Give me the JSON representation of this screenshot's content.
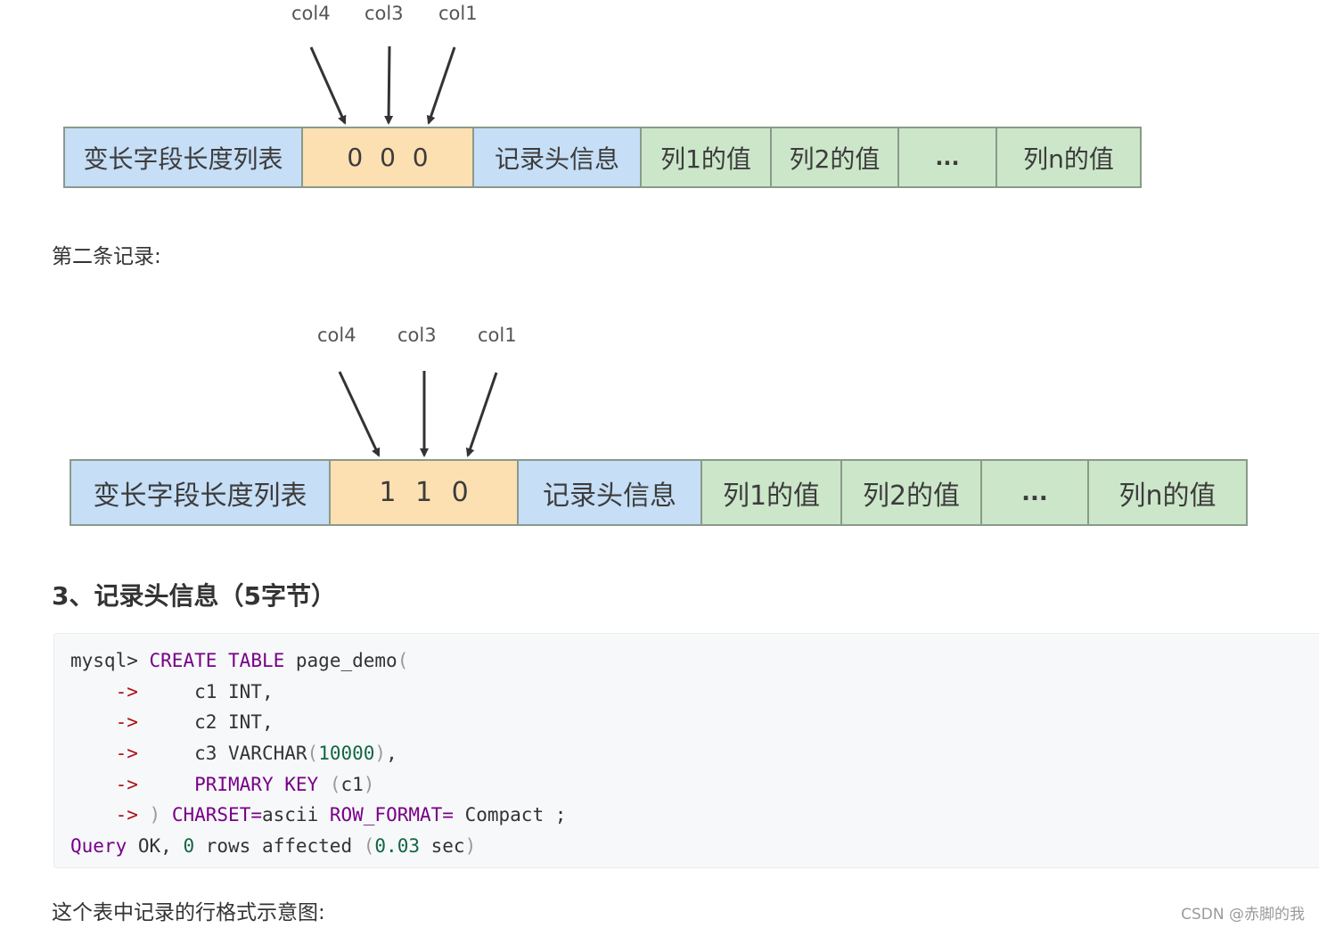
{
  "diagram1": {
    "col_labels": [
      "col4",
      "col3",
      "col1"
    ],
    "cells": [
      "变长字段长度列表",
      "0 0 0",
      "记录头信息",
      "列1的值",
      "列2的值",
      "...",
      "列n的值"
    ]
  },
  "caption_second": "第二条记录:",
  "diagram2": {
    "col_labels": [
      "col4",
      "col3",
      "col1"
    ],
    "cells": [
      "变长字段长度列表",
      "1 1 0",
      "记录头信息",
      "列1的值",
      "列2的值",
      "...",
      "列n的值"
    ]
  },
  "section_heading": "3、记录头信息（5字节）",
  "code_block": {
    "lines": [
      [
        {
          "t": "mysql> ",
          "c": "plain"
        },
        {
          "t": "CREATE",
          "c": "kw"
        },
        {
          "t": " ",
          "c": "plain"
        },
        {
          "t": "TABLE",
          "c": "kw"
        },
        {
          "t": " page_demo",
          "c": "plain"
        },
        {
          "t": "(",
          "c": "br"
        }
      ],
      [
        {
          "t": "    ",
          "c": "plain"
        },
        {
          "t": "->",
          "c": "ar"
        },
        {
          "t": "     c1 INT,",
          "c": "plain"
        }
      ],
      [
        {
          "t": "    ",
          "c": "plain"
        },
        {
          "t": "->",
          "c": "ar"
        },
        {
          "t": "     c2 INT,",
          "c": "plain"
        }
      ],
      [
        {
          "t": "    ",
          "c": "plain"
        },
        {
          "t": "->",
          "c": "ar"
        },
        {
          "t": "     c3 VARCHAR",
          "c": "plain"
        },
        {
          "t": "(",
          "c": "br"
        },
        {
          "t": "10000",
          "c": "num"
        },
        {
          "t": ")",
          "c": "br"
        },
        {
          "t": ",",
          "c": "plain"
        }
      ],
      [
        {
          "t": "    ",
          "c": "plain"
        },
        {
          "t": "->",
          "c": "ar"
        },
        {
          "t": "     ",
          "c": "plain"
        },
        {
          "t": "PRIMARY KEY",
          "c": "kw"
        },
        {
          "t": " ",
          "c": "plain"
        },
        {
          "t": "(",
          "c": "br"
        },
        {
          "t": "c1",
          "c": "plain"
        },
        {
          "t": ")",
          "c": "br"
        }
      ],
      [
        {
          "t": "    ",
          "c": "plain"
        },
        {
          "t": "->",
          "c": "ar"
        },
        {
          "t": " ",
          "c": "plain"
        },
        {
          "t": ")",
          "c": "br"
        },
        {
          "t": " ",
          "c": "plain"
        },
        {
          "t": "CHARSET=",
          "c": "kw"
        },
        {
          "t": "ascii ",
          "c": "plain"
        },
        {
          "t": "ROW_FORMAT=",
          "c": "kw"
        },
        {
          "t": " Compact ;",
          "c": "plain"
        }
      ],
      [
        {
          "t": "Query",
          "c": "kw"
        },
        {
          "t": " OK, ",
          "c": "plain"
        },
        {
          "t": "0",
          "c": "num"
        },
        {
          "t": " rows affected ",
          "c": "plain"
        },
        {
          "t": "(",
          "c": "br"
        },
        {
          "t": "0.03",
          "c": "num"
        },
        {
          "t": " sec",
          "c": "plain"
        },
        {
          "t": ")",
          "c": "br"
        }
      ]
    ]
  },
  "caption_format": "这个表中记录的行格式示意图:",
  "watermark": "CSDN @赤脚的我",
  "colors": {
    "blue_cell": "#c6def6",
    "orange_cell": "#fde0b2",
    "green_cell": "#cce6c9"
  }
}
